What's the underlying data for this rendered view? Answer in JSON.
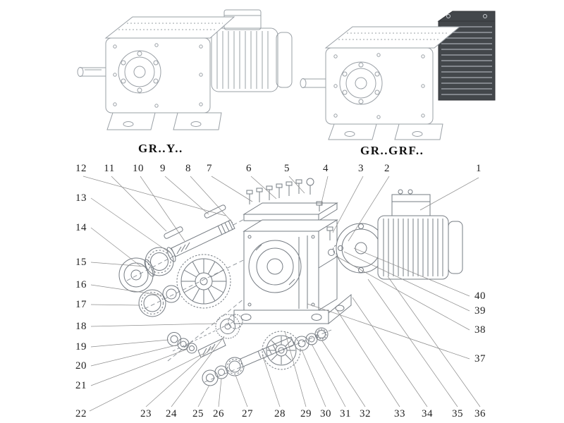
{
  "figure": {
    "background": "#ffffff",
    "line_color": "#7d838a",
    "light_line_color": "#9aa0a6",
    "leader_color": "#8f8f8f",
    "callout_color": "#1f1f1f",
    "dark_block_color": "#43474b"
  },
  "models": {
    "left": "GR..Y..",
    "right": "GR..GRF.."
  },
  "callouts": {
    "top_row": [
      "12",
      "11",
      "10",
      "9",
      "8",
      "7",
      "6",
      "5",
      "4",
      "3",
      "2",
      "1"
    ],
    "left_column": [
      "13",
      "14",
      "15",
      "16",
      "17",
      "18",
      "19",
      "20",
      "21",
      "22"
    ],
    "bottom_row": [
      "23",
      "24",
      "25",
      "26",
      "27",
      "28",
      "29",
      "30",
      "31",
      "32",
      "33",
      "34",
      "35",
      "36"
    ],
    "right_column": [
      "40",
      "39",
      "38",
      "37"
    ]
  }
}
